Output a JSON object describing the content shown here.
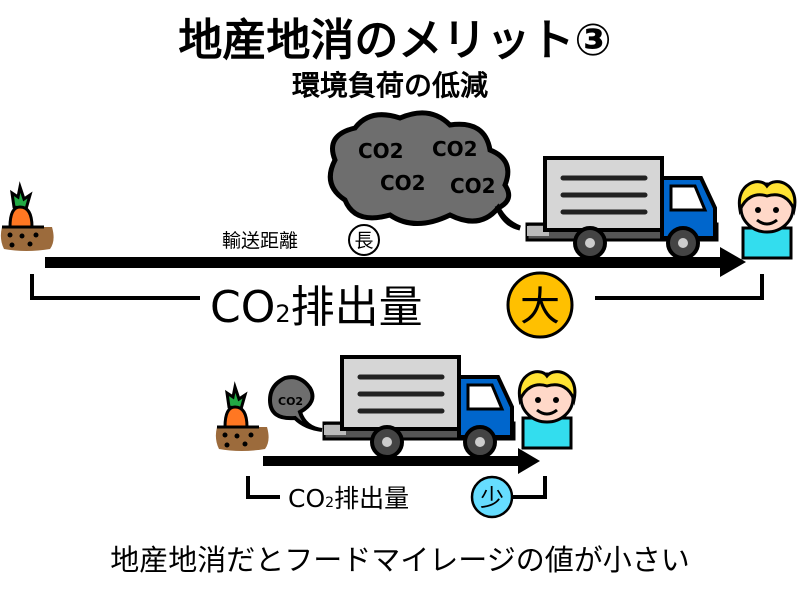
{
  "title": "地産地消のメリット③",
  "subtitle": "環境負荷の低減",
  "long_scene": {
    "distance_label": "輸送距離",
    "distance_badge": "長",
    "emission_label_main": "CO",
    "emission_label_sub": "2",
    "emission_label_rest": "排出量",
    "emission_badge": "大",
    "cloud_texts": [
      "CO2",
      "CO2",
      "CO2",
      "CO2"
    ]
  },
  "short_scene": {
    "emission_label_main": "CO",
    "emission_label_sub": "2",
    "emission_label_rest": "排出量",
    "emission_badge": "少",
    "cloud_text": "CO2"
  },
  "caption": "地産地消だとフードマイレージの値が小さい",
  "colors": {
    "big_badge": "#FFC000",
    "small_badge": "#66DDFF",
    "truck_cab": "#0066CC",
    "cloud": "#6E6E6E"
  }
}
